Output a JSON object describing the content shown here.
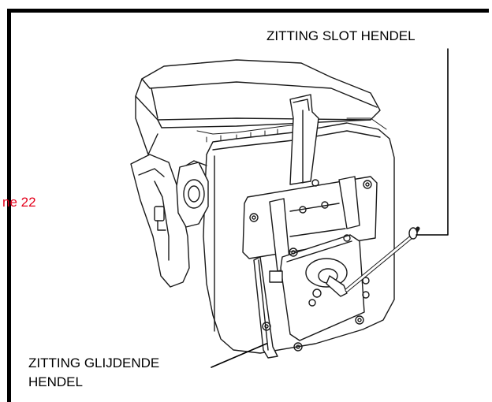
{
  "labels": {
    "seat_lock_lever": "ZITTING SLOT HENDEL",
    "seat_slide_lever_line1": "ZITTING GLIJDENDE",
    "seat_slide_lever_line2": "HENDEL",
    "cut_reference": "ne 22"
  },
  "colors": {
    "frame": "#000000",
    "line_art": "#1a1a1a",
    "reference_text": "#e4001b"
  }
}
